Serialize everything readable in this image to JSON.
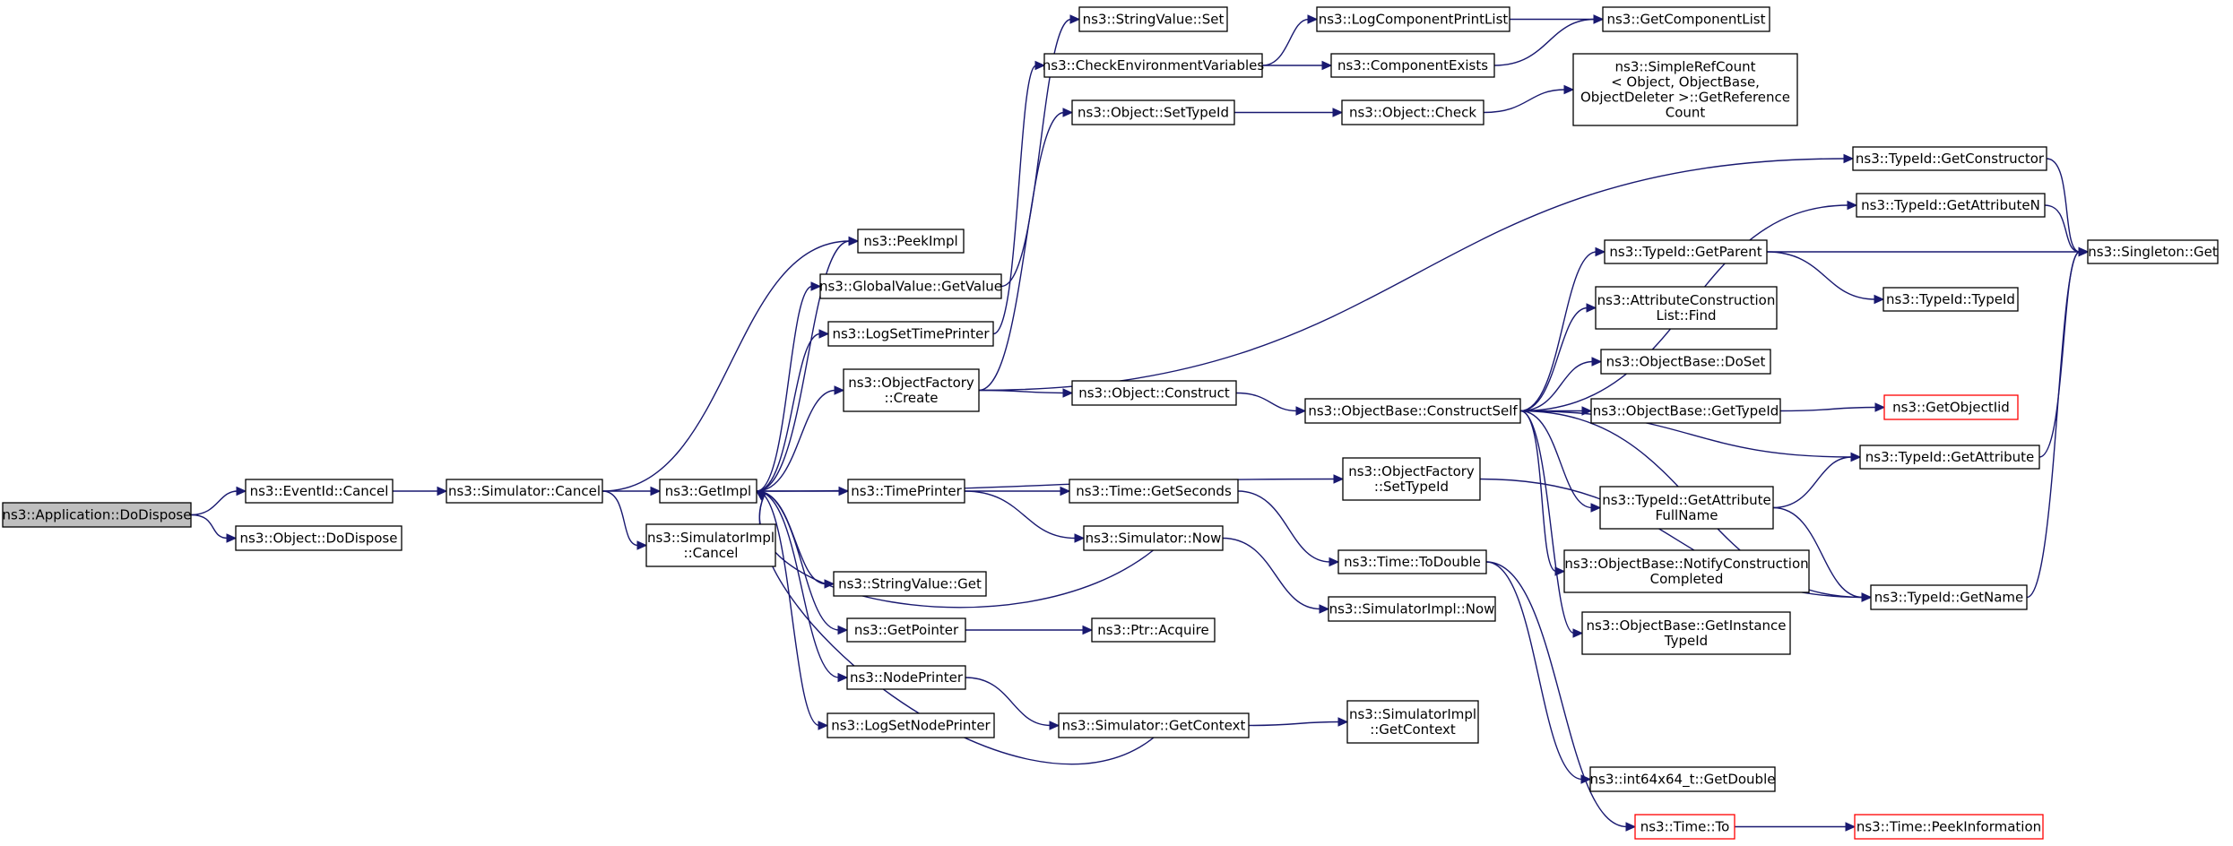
{
  "colors": {
    "edge": "#191970",
    "node_border": "#000000",
    "root_fill": "#bfbfbf",
    "undocumented_border": "#ff0000"
  },
  "nodes": [
    {
      "id": "dodispose_app",
      "lines": [
        "ns3::Application::DoDispose"
      ],
      "style": "root"
    },
    {
      "id": "eventid_cancel",
      "lines": [
        "ns3::EventId::Cancel"
      ]
    },
    {
      "id": "object_dodispose",
      "lines": [
        "ns3::Object::DoDispose"
      ]
    },
    {
      "id": "simulator_cancel",
      "lines": [
        "ns3::Simulator::Cancel"
      ]
    },
    {
      "id": "getimpl",
      "lines": [
        "ns3::GetImpl"
      ]
    },
    {
      "id": "simimpl_cancel",
      "lines": [
        "ns3::SimulatorImpl",
        "::Cancel"
      ]
    },
    {
      "id": "peekimpl",
      "lines": [
        "ns3::PeekImpl"
      ]
    },
    {
      "id": "globalvalue_getvalue",
      "lines": [
        "ns3::GlobalValue::GetValue"
      ]
    },
    {
      "id": "logsettimeprinter",
      "lines": [
        "ns3::LogSetTimePrinter"
      ]
    },
    {
      "id": "objectfactory_create",
      "lines": [
        "ns3::ObjectFactory",
        "::Create"
      ]
    },
    {
      "id": "timeprinter",
      "lines": [
        "ns3::TimePrinter"
      ]
    },
    {
      "id": "stringvalue_get",
      "lines": [
        "ns3::StringValue::Get"
      ]
    },
    {
      "id": "getpointer",
      "lines": [
        "ns3::GetPointer"
      ]
    },
    {
      "id": "nodeprinter",
      "lines": [
        "ns3::NodePrinter"
      ]
    },
    {
      "id": "logsetnodeprinter",
      "lines": [
        "ns3::LogSetNodePrinter"
      ]
    },
    {
      "id": "stringvalue_set",
      "lines": [
        "ns3::StringValue::Set"
      ]
    },
    {
      "id": "checkenv",
      "lines": [
        "ns3::CheckEnvironmentVariables"
      ]
    },
    {
      "id": "object_settypeid",
      "lines": [
        "ns3::Object::SetTypeId"
      ]
    },
    {
      "id": "object_construct",
      "lines": [
        "ns3::Object::Construct"
      ]
    },
    {
      "id": "objectfactory_settypeid",
      "lines": [
        "ns3::ObjectFactory",
        "::SetTypeId"
      ]
    },
    {
      "id": "time_getseconds",
      "lines": [
        "ns3::Time::GetSeconds"
      ]
    },
    {
      "id": "simulator_now",
      "lines": [
        "ns3::Simulator::Now"
      ]
    },
    {
      "id": "ptr_acquire",
      "lines": [
        "ns3::Ptr::Acquire"
      ]
    },
    {
      "id": "simulator_getcontext",
      "lines": [
        "ns3::Simulator::GetContext"
      ]
    },
    {
      "id": "logcomponentprintlist",
      "lines": [
        "ns3::LogComponentPrintList"
      ]
    },
    {
      "id": "componentexists",
      "lines": [
        "ns3::ComponentExists"
      ]
    },
    {
      "id": "object_check",
      "lines": [
        "ns3::Object::Check"
      ]
    },
    {
      "id": "objectbase_constructself",
      "lines": [
        "ns3::ObjectBase::ConstructSelf"
      ]
    },
    {
      "id": "time_todouble",
      "lines": [
        "ns3::Time::ToDouble"
      ]
    },
    {
      "id": "simimpl_now",
      "lines": [
        "ns3::SimulatorImpl::Now"
      ]
    },
    {
      "id": "simimpl_getcontext",
      "lines": [
        "ns3::SimulatorImpl",
        "::GetContext"
      ]
    },
    {
      "id": "getcomponentlist",
      "lines": [
        "ns3::GetComponentList"
      ]
    },
    {
      "id": "simplerefcount",
      "lines": [
        "ns3::SimpleRefCount",
        "< Object, ObjectBase,",
        " ObjectDeleter >::GetReference",
        "Count"
      ]
    },
    {
      "id": "typeid_getparent",
      "lines": [
        "ns3::TypeId::GetParent"
      ]
    },
    {
      "id": "attrconstr_find",
      "lines": [
        "ns3::AttributeConstruction",
        "List::Find"
      ]
    },
    {
      "id": "objectbase_doset",
      "lines": [
        "ns3::ObjectBase::DoSet"
      ]
    },
    {
      "id": "objectbase_gettypeid",
      "lines": [
        "ns3::ObjectBase::GetTypeId"
      ]
    },
    {
      "id": "typeid_getattributefullname",
      "lines": [
        "ns3::TypeId::GetAttribute",
        "FullName"
      ]
    },
    {
      "id": "objectbase_notify",
      "lines": [
        "ns3::ObjectBase::NotifyConstruction",
        "Completed"
      ]
    },
    {
      "id": "objectbase_getinstancetypeid",
      "lines": [
        "ns3::ObjectBase::GetInstance",
        "TypeId"
      ]
    },
    {
      "id": "int64x64_getdouble",
      "lines": [
        "ns3::int64x64_t::GetDouble"
      ]
    },
    {
      "id": "time_to",
      "lines": [
        "ns3::Time::To"
      ],
      "style": "red"
    },
    {
      "id": "typeid_getconstructor",
      "lines": [
        "ns3::TypeId::GetConstructor"
      ]
    },
    {
      "id": "typeid_getattributen",
      "lines": [
        "ns3::TypeId::GetAttributeN"
      ]
    },
    {
      "id": "typeid_typeid",
      "lines": [
        "ns3::TypeId::TypeId"
      ]
    },
    {
      "id": "getobjectiid",
      "lines": [
        "ns3::GetObjectIid"
      ],
      "style": "red"
    },
    {
      "id": "typeid_getattribute",
      "lines": [
        "ns3::TypeId::GetAttribute"
      ]
    },
    {
      "id": "typeid_getname",
      "lines": [
        "ns3::TypeId::GetName"
      ]
    },
    {
      "id": "time_peekinformation",
      "lines": [
        "ns3::Time::PeekInformation"
      ],
      "style": "red"
    },
    {
      "id": "singleton_get",
      "lines": [
        "ns3::Singleton::Get"
      ]
    }
  ],
  "edges": [
    [
      "dodispose_app",
      "eventid_cancel"
    ],
    [
      "dodispose_app",
      "object_dodispose"
    ],
    [
      "eventid_cancel",
      "simulator_cancel"
    ],
    [
      "simulator_cancel",
      "getimpl"
    ],
    [
      "simulator_cancel",
      "simimpl_cancel"
    ],
    [
      "simulator_cancel",
      "peekimpl"
    ],
    [
      "getimpl",
      "peekimpl"
    ],
    [
      "getimpl",
      "globalvalue_getvalue"
    ],
    [
      "getimpl",
      "logsettimeprinter"
    ],
    [
      "getimpl",
      "objectfactory_create"
    ],
    [
      "getimpl",
      "timeprinter"
    ],
    [
      "getimpl",
      "stringvalue_get"
    ],
    [
      "getimpl",
      "getpointer"
    ],
    [
      "getimpl",
      "nodeprinter"
    ],
    [
      "getimpl",
      "logsetnodeprinter"
    ],
    [
      "getimpl",
      "objectfactory_settypeid"
    ],
    [
      "globalvalue_getvalue",
      "stringvalue_set"
    ],
    [
      "logsettimeprinter",
      "checkenv"
    ],
    [
      "objectfactory_create",
      "object_settypeid"
    ],
    [
      "objectfactory_create",
      "object_construct"
    ],
    [
      "objectfactory_create",
      "typeid_getconstructor"
    ],
    [
      "timeprinter",
      "time_getseconds"
    ],
    [
      "timeprinter",
      "simulator_now"
    ],
    [
      "simulator_now",
      "getimpl"
    ],
    [
      "simulator_now",
      "simimpl_now"
    ],
    [
      "getpointer",
      "ptr_acquire"
    ],
    [
      "nodeprinter",
      "simulator_getcontext"
    ],
    [
      "simulator_getcontext",
      "getimpl"
    ],
    [
      "simulator_getcontext",
      "simimpl_getcontext"
    ],
    [
      "checkenv",
      "logcomponentprintlist"
    ],
    [
      "checkenv",
      "componentexists"
    ],
    [
      "logcomponentprintlist",
      "getcomponentlist"
    ],
    [
      "componentexists",
      "getcomponentlist"
    ],
    [
      "object_settypeid",
      "object_check"
    ],
    [
      "object_check",
      "simplerefcount"
    ],
    [
      "object_construct",
      "objectbase_constructself"
    ],
    [
      "objectbase_constructself",
      "typeid_getparent"
    ],
    [
      "objectbase_constructself",
      "attrconstr_find"
    ],
    [
      "objectbase_constructself",
      "objectbase_doset"
    ],
    [
      "objectbase_constructself",
      "objectbase_gettypeid"
    ],
    [
      "objectbase_constructself",
      "typeid_getattribute"
    ],
    [
      "objectbase_constructself",
      "typeid_getattributefullname"
    ],
    [
      "objectbase_constructself",
      "objectbase_notify"
    ],
    [
      "objectbase_constructself",
      "objectbase_getinstancetypeid"
    ],
    [
      "objectbase_constructself",
      "typeid_getattributen"
    ],
    [
      "objectbase_constructself",
      "typeid_getname"
    ],
    [
      "objectfactory_settypeid",
      "typeid_getname"
    ],
    [
      "time_getseconds",
      "time_todouble"
    ],
    [
      "time_todouble",
      "int64x64_getdouble"
    ],
    [
      "time_todouble",
      "time_to"
    ],
    [
      "time_to",
      "time_peekinformation"
    ],
    [
      "objectbase_gettypeid",
      "getobjectiid"
    ],
    [
      "typeid_getparent",
      "singleton_get"
    ],
    [
      "typeid_getparent",
      "typeid_typeid"
    ],
    [
      "typeid_getconstructor",
      "singleton_get"
    ],
    [
      "typeid_getattributen",
      "singleton_get"
    ],
    [
      "typeid_getattribute",
      "singleton_get"
    ],
    [
      "typeid_getattributefullname",
      "typeid_getattribute"
    ],
    [
      "typeid_getattributefullname",
      "typeid_getname"
    ],
    [
      "typeid_getname",
      "singleton_get"
    ]
  ]
}
